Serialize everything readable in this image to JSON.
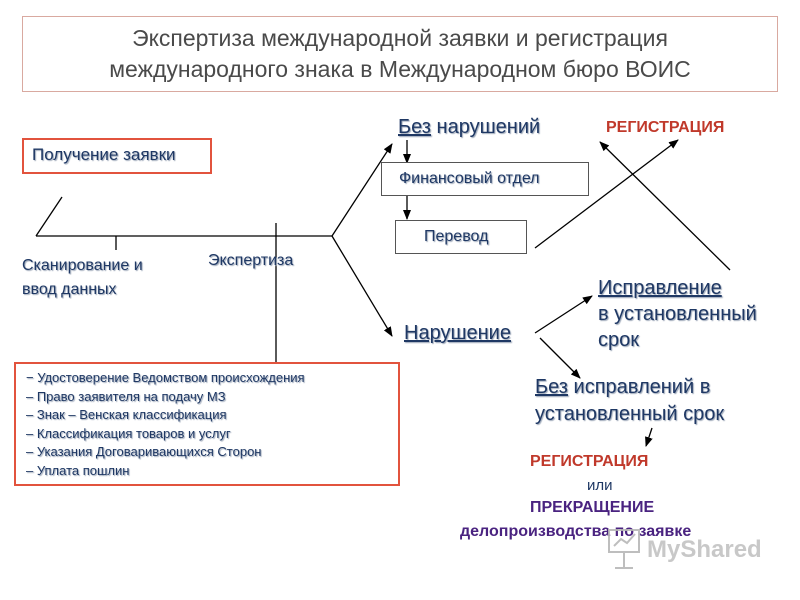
{
  "title": {
    "line1": "Экспертиза международной заявки и регистрация",
    "line2": "международного знака в Международном бюро ВОИС"
  },
  "nodes": {
    "receipt": "Получение заявки",
    "scanning_line1": "Сканирование и",
    "scanning_line2": "ввод данных",
    "examination": "Экспертиза",
    "no_violations_prefix": "Без",
    "no_violations_rest": " нарушений",
    "finance": "Финансовый отдел",
    "translation": "Перевод",
    "registration_top": "РЕГИСТРАЦИЯ",
    "violation": "Нарушение",
    "correction_line1": "Исправление",
    "correction_line2": "в установленный",
    "correction_line3": "срок",
    "no_correction_prefix": "Без",
    "no_correction_rest": " исправлений в",
    "no_correction_line2": "установленный срок",
    "outcome_registration": "РЕГИСТРАЦИЯ",
    "outcome_or": "или",
    "outcome_termination": "ПРЕКРАЩЕНИЕ",
    "outcome_proceedings": "делопроизводства по заявке"
  },
  "checklist": [
    "− Удостоверение Ведомством происхождения",
    "– Право заявителя на подачу МЗ",
    "– Знак – Венская классификация",
    "– Классификация товаров и услуг",
    "– Указания Договаривающихся Сторон",
    "– Уплата пошлин"
  ],
  "watermark": "MyShared",
  "colors": {
    "text_blue": "#1f3864",
    "accent_red": "#c0392b",
    "box_border_red": "#e2533d",
    "outcome_purple": "#4a2380"
  }
}
